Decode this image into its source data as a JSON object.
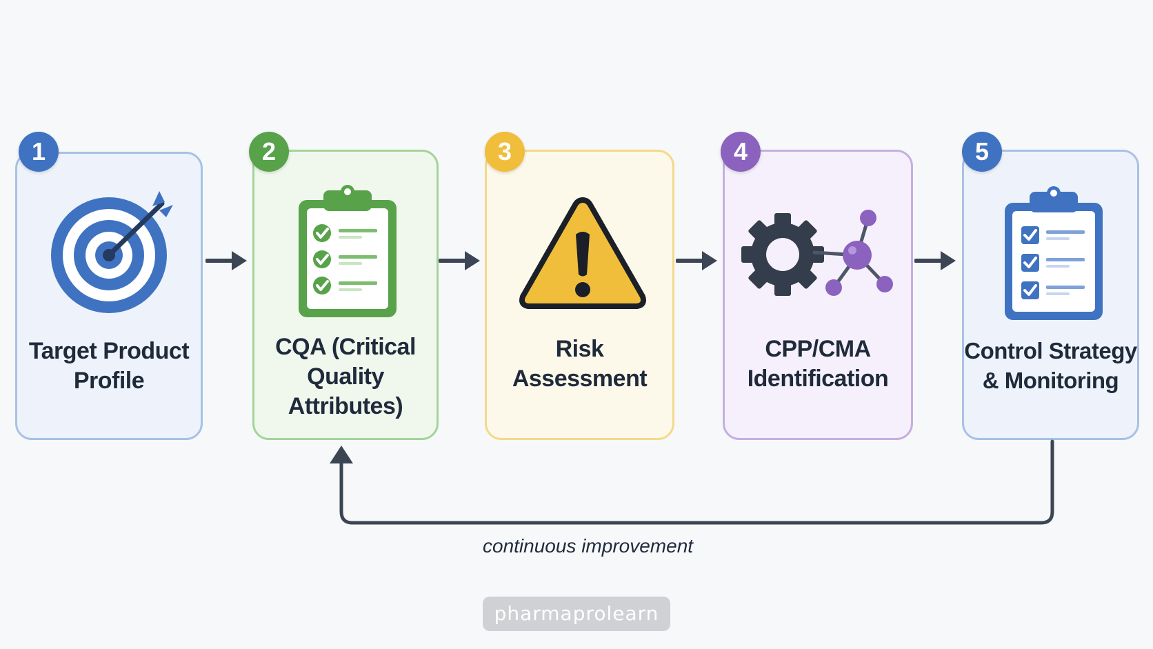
{
  "steps": [
    {
      "number": "1",
      "title_lines": [
        "Target Product",
        "Profile"
      ],
      "icon": "target-icon",
      "color": "#3f73c1",
      "bg": "#eef3fb",
      "border": "#a9c1e4"
    },
    {
      "number": "2",
      "title_lines": [
        "CQA (Critical",
        "Quality",
        "Attributes)"
      ],
      "icon": "clipboard-checklist-icon",
      "color": "#58a24a",
      "bg": "#f0f8ee",
      "border": "#a5d39a"
    },
    {
      "number": "3",
      "title_lines": [
        "Risk",
        "Assessment"
      ],
      "icon": "warning-icon",
      "color": "#f0be3b",
      "bg": "#fdf9ea",
      "border": "#f3d98a"
    },
    {
      "number": "4",
      "title_lines": [
        "CPP/CMA",
        "Identification"
      ],
      "icon": "gear-molecule-icon",
      "color": "#8b62bd",
      "bg": "#f5f0fb",
      "border": "#c6afe0"
    },
    {
      "number": "5",
      "title_lines": [
        "Control Strategy",
        "& Monitoring"
      ],
      "icon": "clipboard-checkbox-icon",
      "color": "#3f73c1",
      "bg": "#eef3fb",
      "border": "#a9c1e4"
    }
  ],
  "feedback_loop": {
    "label": "continuous improvement",
    "from_step": "5",
    "to_step": "2"
  },
  "watermark": "pharmaprolearn"
}
